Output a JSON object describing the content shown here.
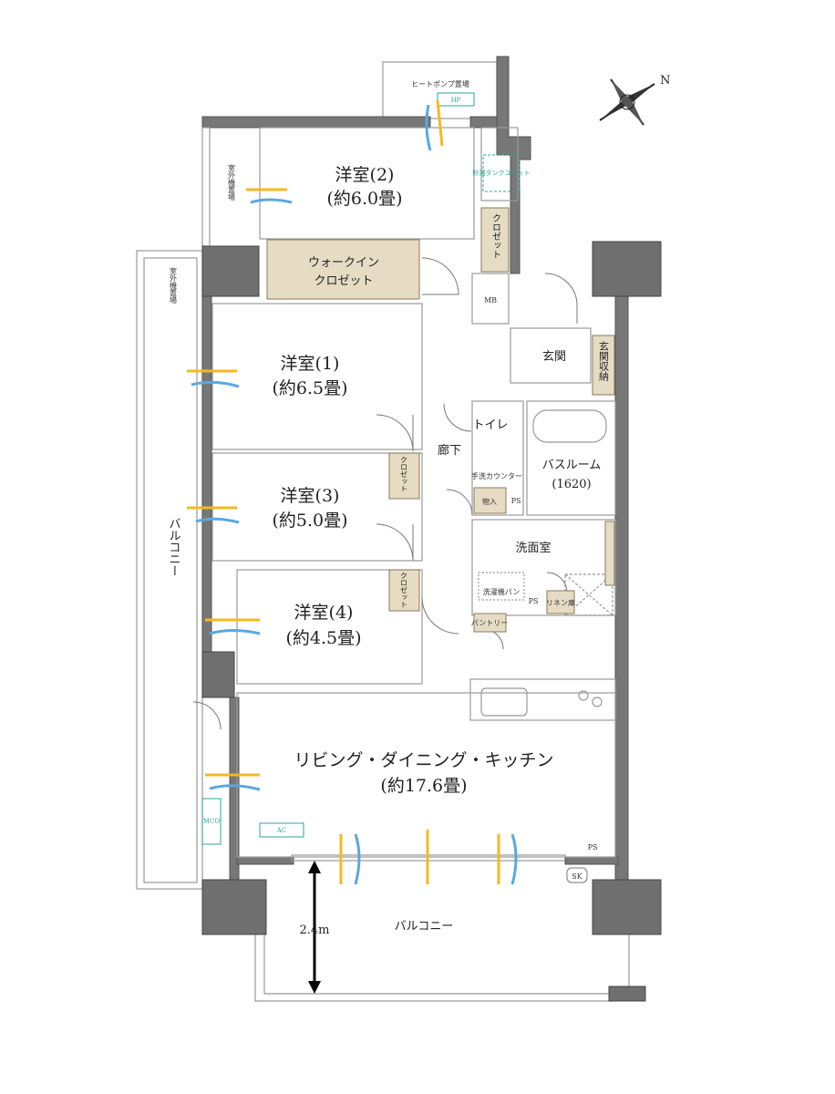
{
  "rooms": {
    "western2": {
      "name": "洋室(2)",
      "size": "(約6.0畳)"
    },
    "walkin": {
      "line1": "ウォークイン",
      "line2": "クロゼット"
    },
    "western1": {
      "name": "洋室(1)",
      "size": "(約6.5畳)"
    },
    "western3": {
      "name": "洋室(3)",
      "size": "(約5.0畳)"
    },
    "western4": {
      "name": "洋室(4)",
      "size": "(約4.5畳)"
    },
    "ldk": {
      "name": "リビング・ダイニング・キッチン",
      "size": "(約17.6畳)"
    },
    "entrance": "玄関",
    "entrance_storage": "玄関収納",
    "toilet": "トイレ",
    "hallway": "廊下",
    "bathroom": {
      "name": "バスルーム",
      "size": "(1620)"
    },
    "washroom": "洗面室",
    "balcony_side": "バルコニー",
    "balcony_main": "バルコニー"
  },
  "small_labels": {
    "closet": "クロゼット",
    "heat_pump_area": "ヒートポンプ置場",
    "hp": "HP",
    "tank_unit": "貯湯タンクユニット",
    "outdoor_unit_area": "室外機置場",
    "mb": "MB",
    "hand_wash": "手洗カウンター",
    "storage": "物入",
    "ps": "PS",
    "laundry_pan": "洗濯機パン",
    "linen": "リネン庫",
    "pantry": "パントリー",
    "mco": "MCO",
    "ac": "AC",
    "sk": "SK"
  },
  "dimension": "2.4m",
  "compass": {
    "north": "N"
  },
  "colors": {
    "wall": "#777777",
    "storage": "#e6dcc4",
    "teal": "#2aa79b",
    "warm_air": "#f5b820",
    "cool_air": "#5aa8e0"
  }
}
